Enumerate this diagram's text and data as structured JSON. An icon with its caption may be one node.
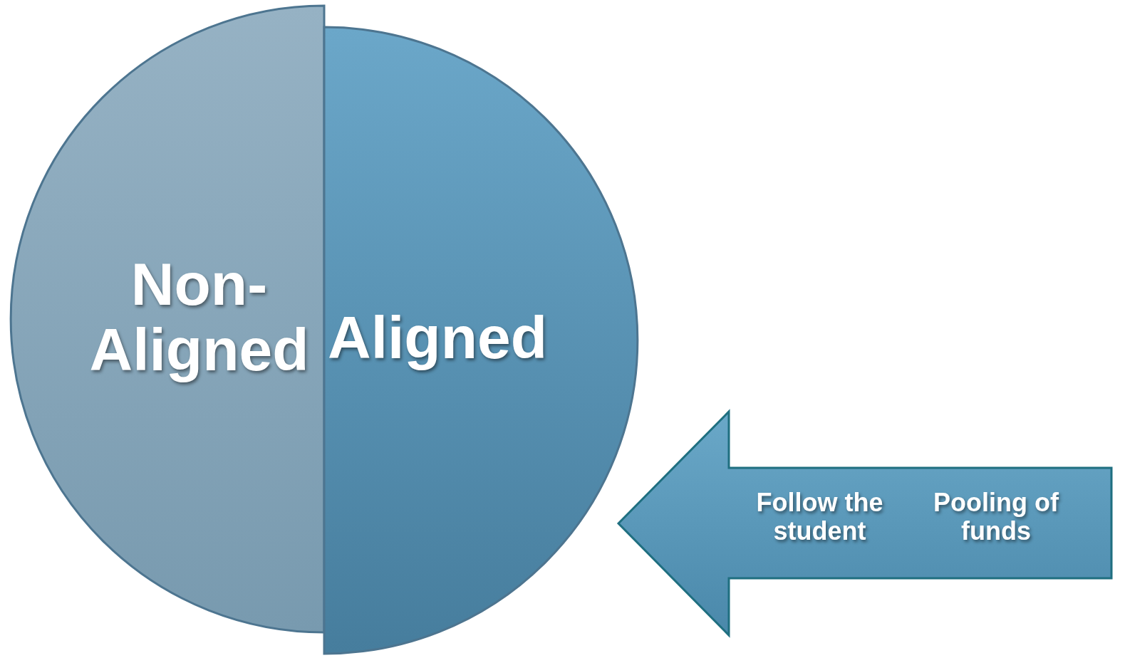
{
  "diagram": {
    "nodes": [
      {
        "text": [
          "Non-Aligned"
        ]
      },
      {
        "text": [
          "Aligned"
        ]
      },
      {
        "text": [
          "Follow the student",
          "Pooling of funds"
        ]
      }
    ]
  }
}
